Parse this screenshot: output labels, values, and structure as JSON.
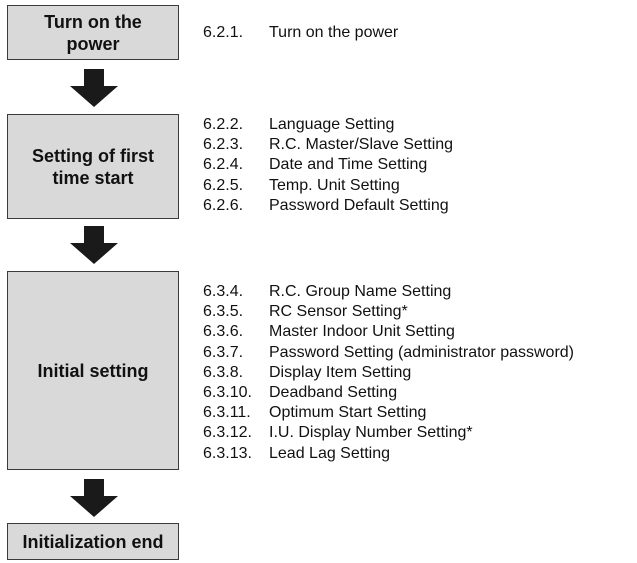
{
  "steps": [
    {
      "title": "Turn on the\npower",
      "items": [
        {
          "num": "6.2.1.",
          "label": "Turn on the power"
        }
      ]
    },
    {
      "title": "Setting of first\ntime start",
      "items": [
        {
          "num": "6.2.2.",
          "label": "Language Setting"
        },
        {
          "num": "6.2.3.",
          "label": "R.C. Master/Slave Setting"
        },
        {
          "num": "6.2.4.",
          "label": "Date and Time Setting"
        },
        {
          "num": "6.2.5.",
          "label": "Temp. Unit Setting"
        },
        {
          "num": "6.2.6.",
          "label": "Password Default Setting"
        }
      ]
    },
    {
      "title": "Initial setting",
      "items": [
        {
          "num": "6.3.4.",
          "label": "R.C. Group Name Setting"
        },
        {
          "num": "6.3.5.",
          "label": "RC Sensor Setting*"
        },
        {
          "num": "6.3.6.",
          "label": "Master Indoor Unit Setting"
        },
        {
          "num": "6.3.7.",
          "label": "Password Setting (administrator password)"
        },
        {
          "num": "6.3.8.",
          "label": "Display Item Setting"
        },
        {
          "num": "6.3.10.",
          "label": "Deadband Setting"
        },
        {
          "num": "6.3.11.",
          "label": "Optimum Start Setting"
        },
        {
          "num": "6.3.12.",
          "label": "I.U. Display Number Setting*"
        },
        {
          "num": "6.3.13.",
          "label": "Lead Lag Setting"
        }
      ]
    },
    {
      "title": "Initialization end",
      "items": []
    }
  ],
  "colors": {
    "box_fill": "#d9d9d9",
    "box_border": "#3a3a3a",
    "arrow": "#1a1a1a"
  }
}
